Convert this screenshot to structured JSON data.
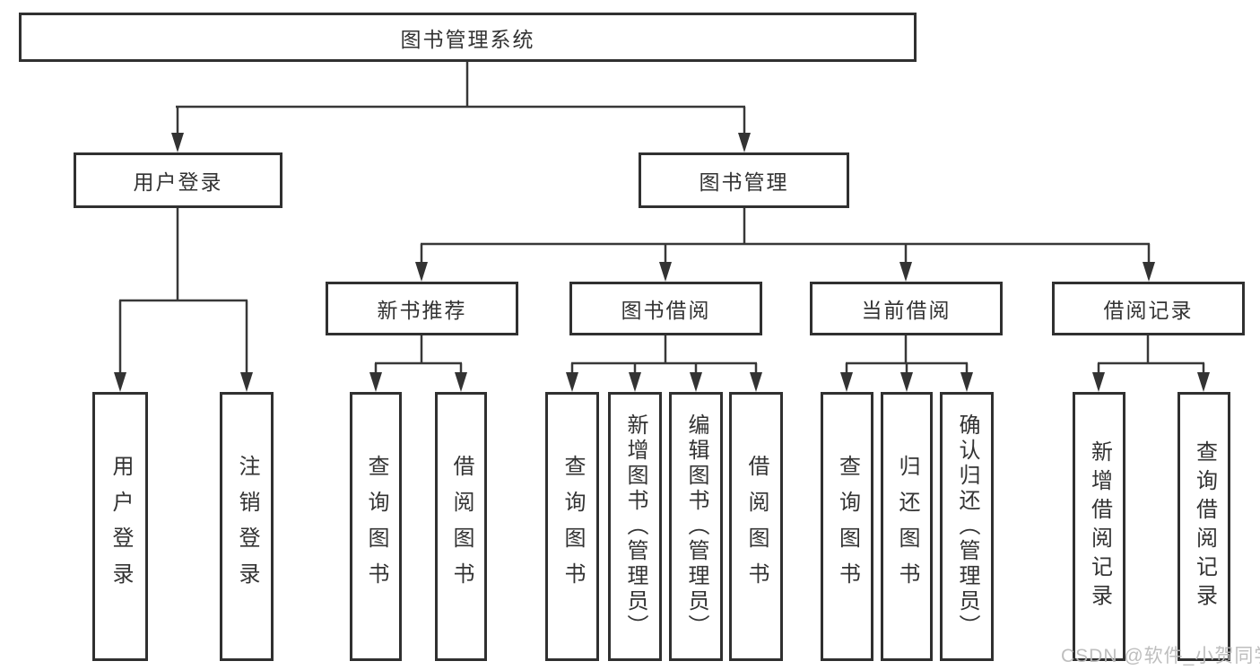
{
  "tree": {
    "root": {
      "label": "图书管理系统",
      "children": [
        {
          "label": "用户登录",
          "children": [
            {
              "label": "用户登录"
            },
            {
              "label": "注销登录"
            }
          ]
        },
        {
          "label": "图书管理",
          "children": [
            {
              "label": "新书推荐",
              "children": [
                {
                  "label": "查询图书"
                },
                {
                  "label": "借阅图书"
                }
              ]
            },
            {
              "label": "图书借阅",
              "children": [
                {
                  "label": "查询图书"
                },
                {
                  "label": "新增图书（管理员）"
                },
                {
                  "label": "编辑图书（管理员）"
                },
                {
                  "label": "借阅图书"
                }
              ]
            },
            {
              "label": "当前借阅",
              "children": [
                {
                  "label": "查询图书"
                },
                {
                  "label": "归还图书"
                },
                {
                  "label": "确认归还（管理员）"
                }
              ]
            },
            {
              "label": "借阅记录",
              "children": [
                {
                  "label": "新增借阅记录"
                },
                {
                  "label": "查询借阅记录"
                }
              ]
            }
          ]
        }
      ]
    }
  },
  "watermark": {
    "text": "CSDN @软件_小贺同学"
  },
  "colors": {
    "line": "#383838",
    "box_border": "#303030",
    "text": "#333333",
    "watermark": "#bbbbbb",
    "background": "#ffffff"
  }
}
